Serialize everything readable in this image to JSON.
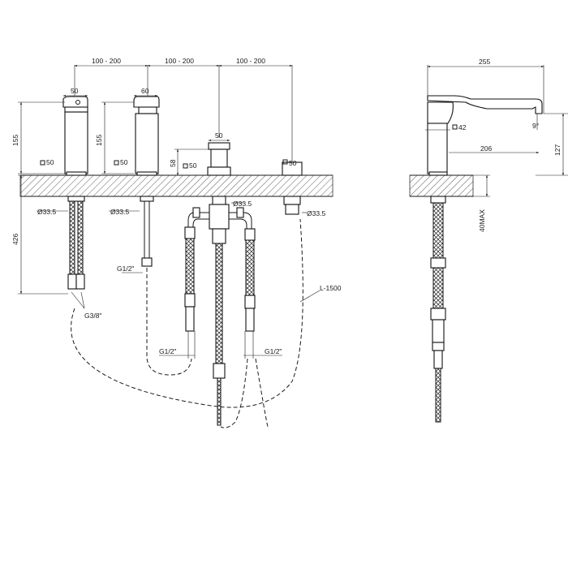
{
  "labels": {
    "spacing": "100 - 200",
    "w50": "50",
    "w60": "60",
    "h155": "155",
    "h426": "426",
    "h58": "58",
    "sq50": "50",
    "dia335": "33.5",
    "g12": "G1/2\"",
    "g38": "G3/8\"",
    "hose_len": "L-1500",
    "w255": "255",
    "sq42": "42",
    "w206": "206",
    "h127": "127",
    "angle9": "9°",
    "max40": "40MAX"
  }
}
